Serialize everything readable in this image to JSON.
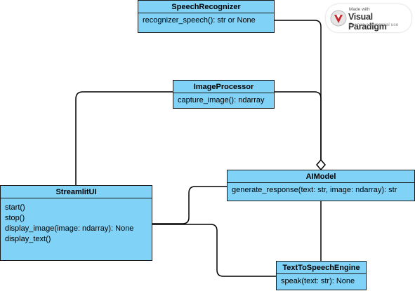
{
  "classes": {
    "speech_recognizer": {
      "name": "SpeechRecognizer",
      "operations": [
        "recognizer_speech(): str or None"
      ]
    },
    "image_processor": {
      "name": "ImageProcessor",
      "operations": [
        "capture_image(): ndarray"
      ]
    },
    "ai_model": {
      "name": "AIModel",
      "operations": [
        "generate_response(text: str, image: ndarray): str"
      ]
    },
    "streamlit_ui": {
      "name": "StreamlitUI",
      "operations": [
        "start()",
        "stop()",
        "display_image(image: ndarray): None",
        "display_text()"
      ]
    },
    "tts_engine": {
      "name": "TextToSpeechEngine",
      "operations": [
        "speak(text: str): None"
      ]
    }
  },
  "watermark": {
    "made_with": "Made with",
    "brand": "Visual Paradigm",
    "subtitle": "For non-commercial use"
  },
  "colors": {
    "class_fill": "#80d2f7",
    "border": "#1a1a1a",
    "logo_red": "#c8262c"
  }
}
